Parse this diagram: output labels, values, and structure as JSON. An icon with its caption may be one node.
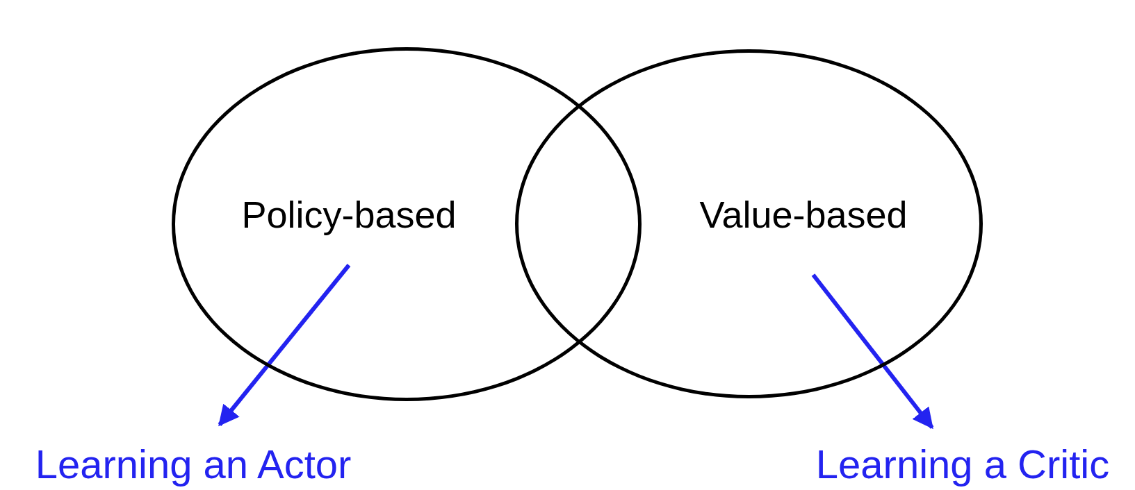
{
  "diagram": {
    "nodes": [
      {
        "text": [
          "Policy-based"
        ]
      },
      {
        "text": [
          "Value-based"
        ]
      },
      {
        "text": [
          "Learning an Actor"
        ]
      },
      {
        "text": [
          "Learning a Critic"
        ]
      }
    ],
    "edges": [
      {
        "from": 0,
        "to": 2,
        "arrow": "to"
      },
      {
        "from": 1,
        "to": 3,
        "arrow": "to"
      }
    ]
  }
}
